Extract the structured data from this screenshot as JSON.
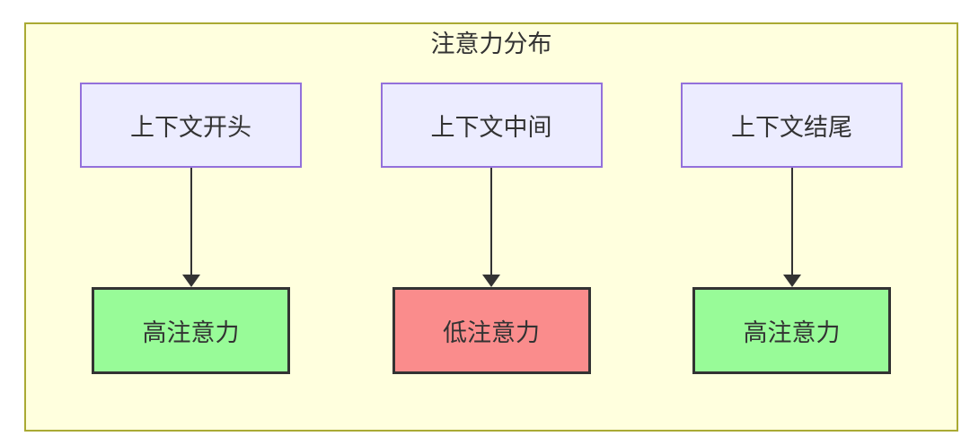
{
  "diagram": {
    "title": "注意力分布",
    "columns": [
      {
        "top": {
          "label": "上下文开头"
        },
        "bottom": {
          "label": "高注意力",
          "status": "high"
        }
      },
      {
        "top": {
          "label": "上下文中间"
        },
        "bottom": {
          "label": "低注意力",
          "status": "low"
        }
      },
      {
        "top": {
          "label": "上下文结尾"
        },
        "bottom": {
          "label": "高注意力",
          "status": "high"
        }
      }
    ],
    "colors": {
      "canvas_bg": "#ffffff",
      "diagram_bg": "#ffffde",
      "diagram_border": "#aaaa33",
      "source_node_bg": "#ececff",
      "source_node_border": "#9370db",
      "high_attention_bg": "#98fb98",
      "low_attention_bg": "#fa8c8c",
      "result_node_border": "#333333",
      "arrow": "#333333",
      "text": "#333333"
    }
  }
}
